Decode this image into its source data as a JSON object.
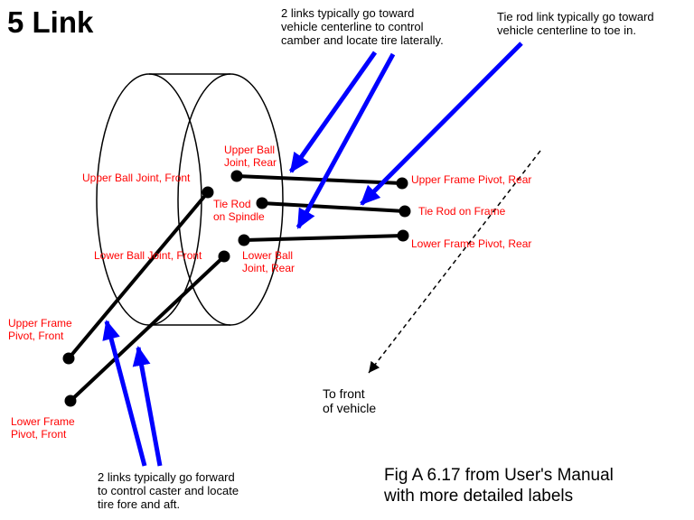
{
  "title": "5 Link",
  "notes": {
    "top_center": "2 links typically go toward\nvehicle centerline to control\ncamber and locate tire laterally.",
    "top_right": "Tie rod link typically go toward\nvehicle centerline to toe in.",
    "bottom": "2 links typically go forward\nto control caster and locate\ntire fore and aft.",
    "front": "To front\nof vehicle",
    "caption": "Fig A 6.17 from User's Manual\nwith more detailed labels"
  },
  "labels": {
    "upper_ball_joint_front": "Upper Ball Joint, Front",
    "upper_ball_joint_rear": "Upper Ball\nJoint, Rear",
    "upper_frame_pivot_rear": "Upper Frame Pivot, Rear",
    "tie_rod_on_spindle": "Tie Rod\non Spindle",
    "tie_rod_on_frame": "Tie Rod on Frame",
    "lower_ball_joint_front": "Lower Ball Joint, Front",
    "lower_ball_joint_rear": "Lower Ball\nJoint, Rear",
    "lower_frame_pivot_rear": "Lower Frame Pivot, Rear",
    "upper_frame_pivot_front": "Upper Frame\nPivot, Front",
    "lower_frame_pivot_front": "Lower Frame\nPivot, Front"
  },
  "colors": {
    "label_red": "#ff0000",
    "arrow_blue": "#0000ff",
    "link_black": "#000000"
  }
}
